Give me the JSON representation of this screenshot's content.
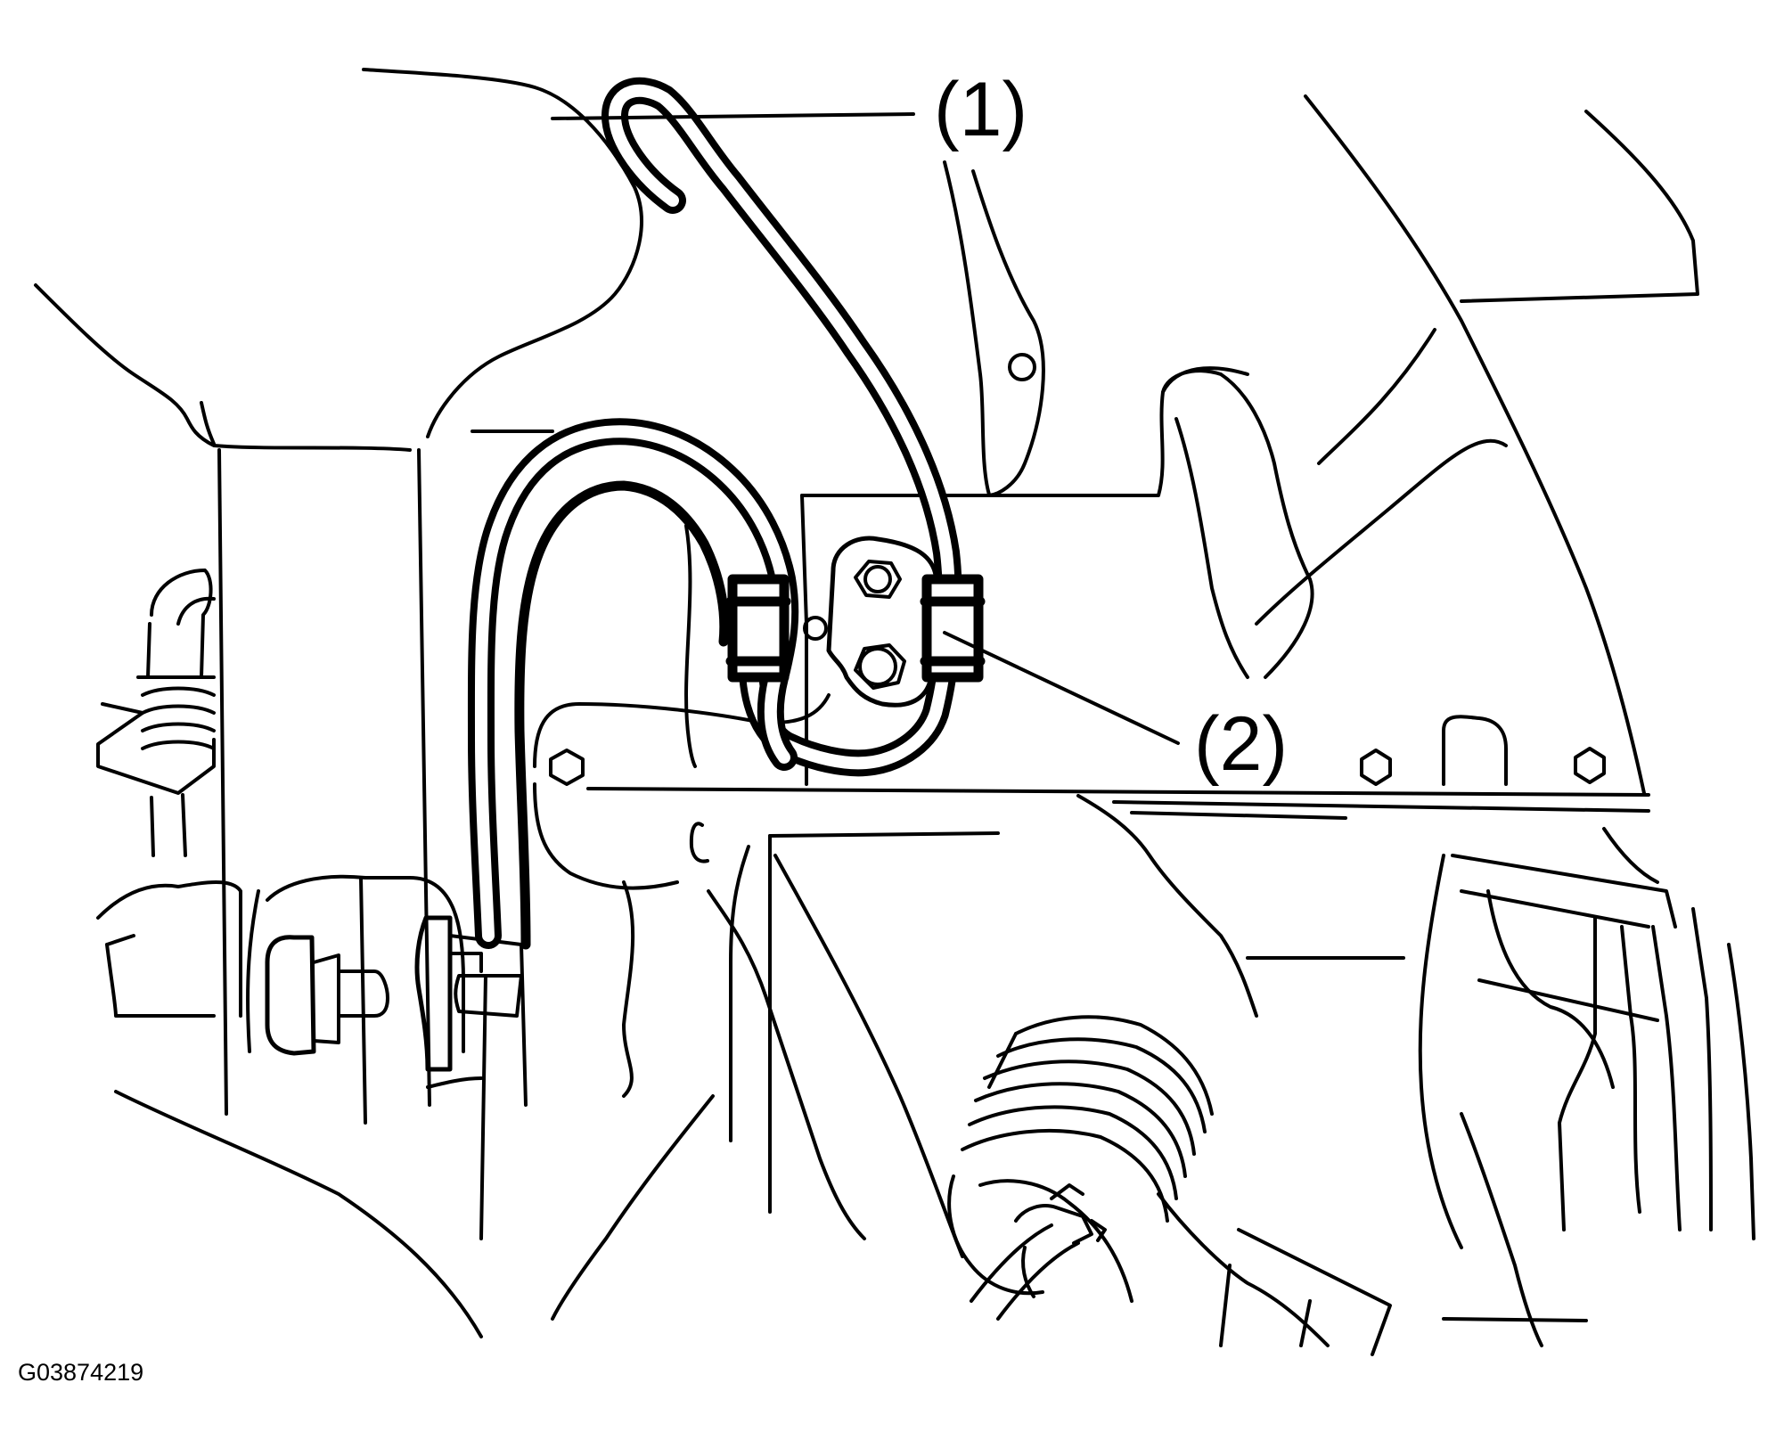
{
  "callouts": [
    {
      "number": "(1)"
    },
    {
      "number": "(2)"
    }
  ],
  "figure_id": "G03874219"
}
